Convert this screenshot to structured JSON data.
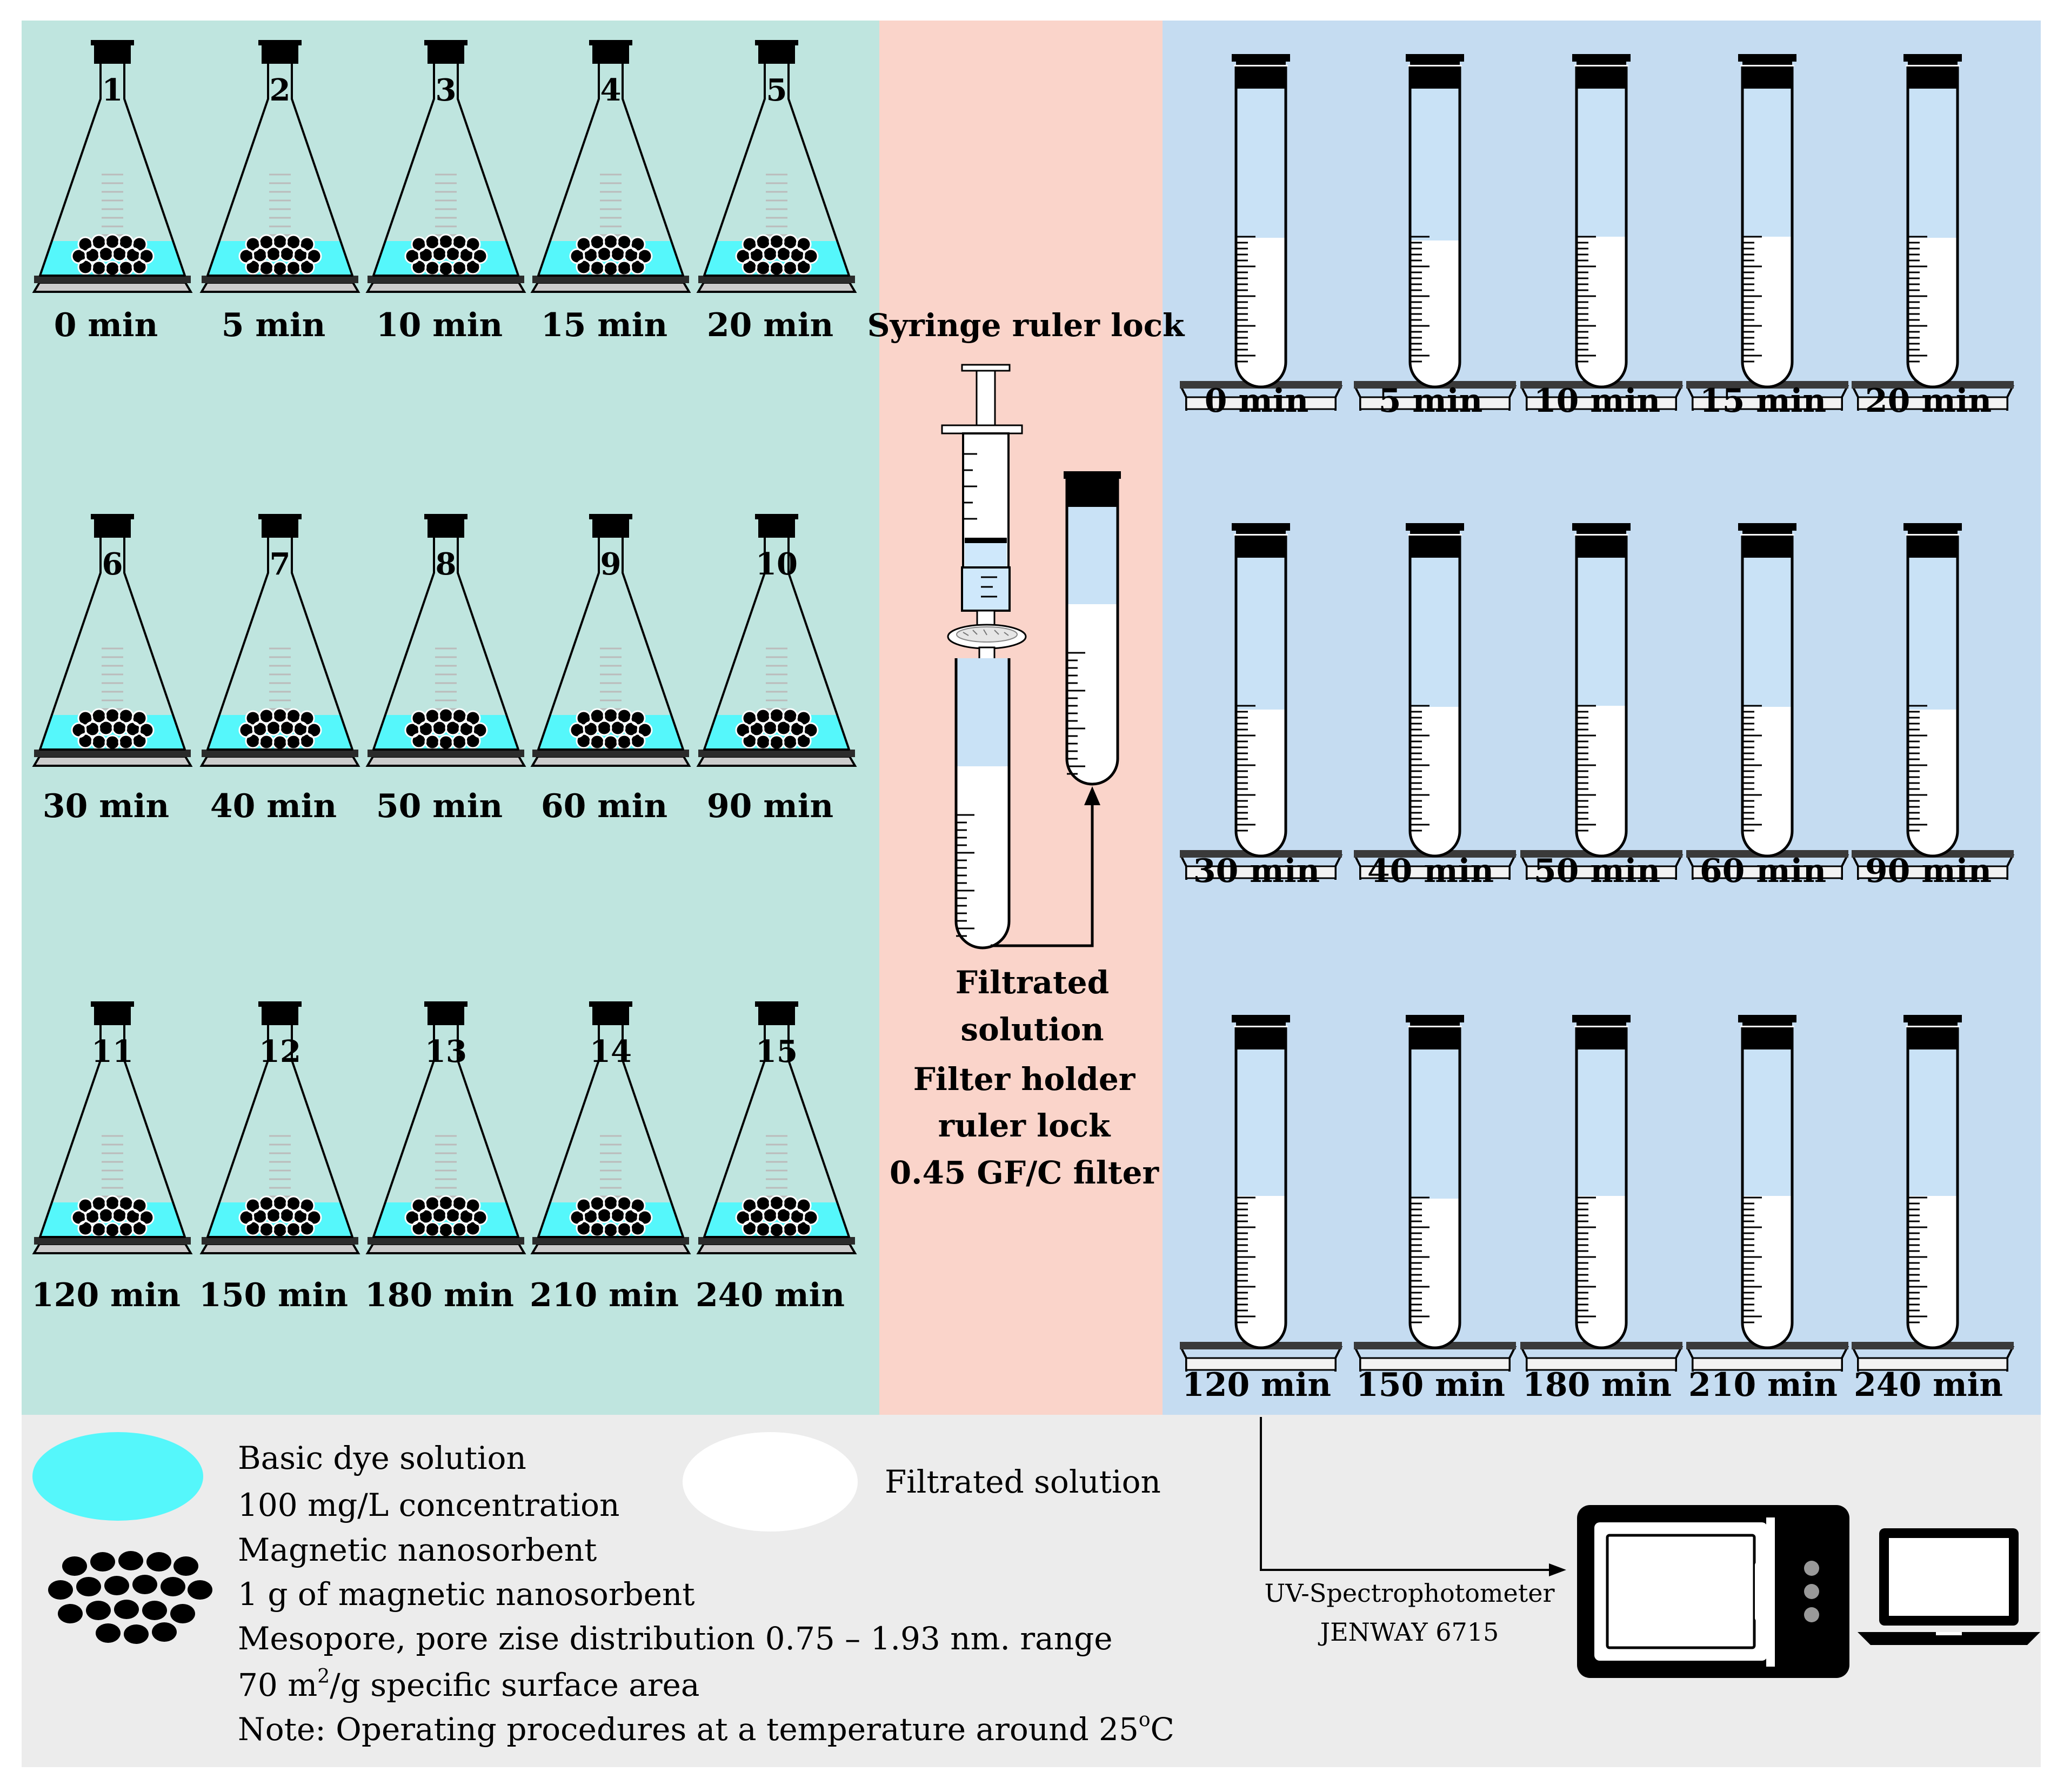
{
  "colors": {
    "panel_flasks": "#bfe5df",
    "panel_filter": "#fad4ca",
    "panel_tubes": "#c5dcf1",
    "panel_legend": "#ececec",
    "dye": "#55f7fb",
    "tube_headspace": "#c9e2f6",
    "filtrate": "#ffffff",
    "syringe_liquid": "#cfe8fb",
    "drop": "#7ec9ee",
    "ink": "#000000"
  },
  "flasks": {
    "numbers": [
      "1",
      "2",
      "3",
      "4",
      "5",
      "6",
      "7",
      "8",
      "9",
      "10",
      "11",
      "12",
      "13",
      "14",
      "15"
    ],
    "times": [
      "0 min",
      "5 min",
      "10 min",
      "15 min",
      "20 min",
      "30 min",
      "40 min",
      "50 min",
      "60 min",
      "90 min",
      "120 min",
      "150 min",
      "180 min",
      "210 min",
      "240 min"
    ]
  },
  "tubes": {
    "times": [
      "0 min",
      "5 min",
      "10 min",
      "15 min",
      "20 min",
      "30 min",
      "40 min",
      "50 min",
      "60 min",
      "90 min",
      "120 min",
      "150 min",
      "180 min",
      "210 min",
      "240 min"
    ]
  },
  "filtration": {
    "syringe_label": "Syringe ruler lock",
    "caption_lines": [
      "Filtrated",
      "solution",
      "Filter holder",
      "ruler lock",
      "0.45 GF/C filter"
    ]
  },
  "legend": {
    "dye_lines": [
      "Basic dye solution",
      "100 mg/L concentration"
    ],
    "sorbent_lines": [
      "Magnetic nanosorbent",
      "1 g of magnetic nanosorbent",
      "Mesopore, pore zise distribution 0.75 – 1.93 nm. range"
    ],
    "area": {
      "prefix": "70 m",
      "sup": "2",
      "suffix": "/g specific surface area"
    },
    "note": {
      "prefix": "Note: Operating procedures at a temperature around 25",
      "sup": "o",
      "suffix": "C"
    },
    "filtrate_label": "Filtrated solution",
    "instrument_lines": [
      "UV-Spectrophotometer",
      "JENWAY 6715"
    ]
  }
}
